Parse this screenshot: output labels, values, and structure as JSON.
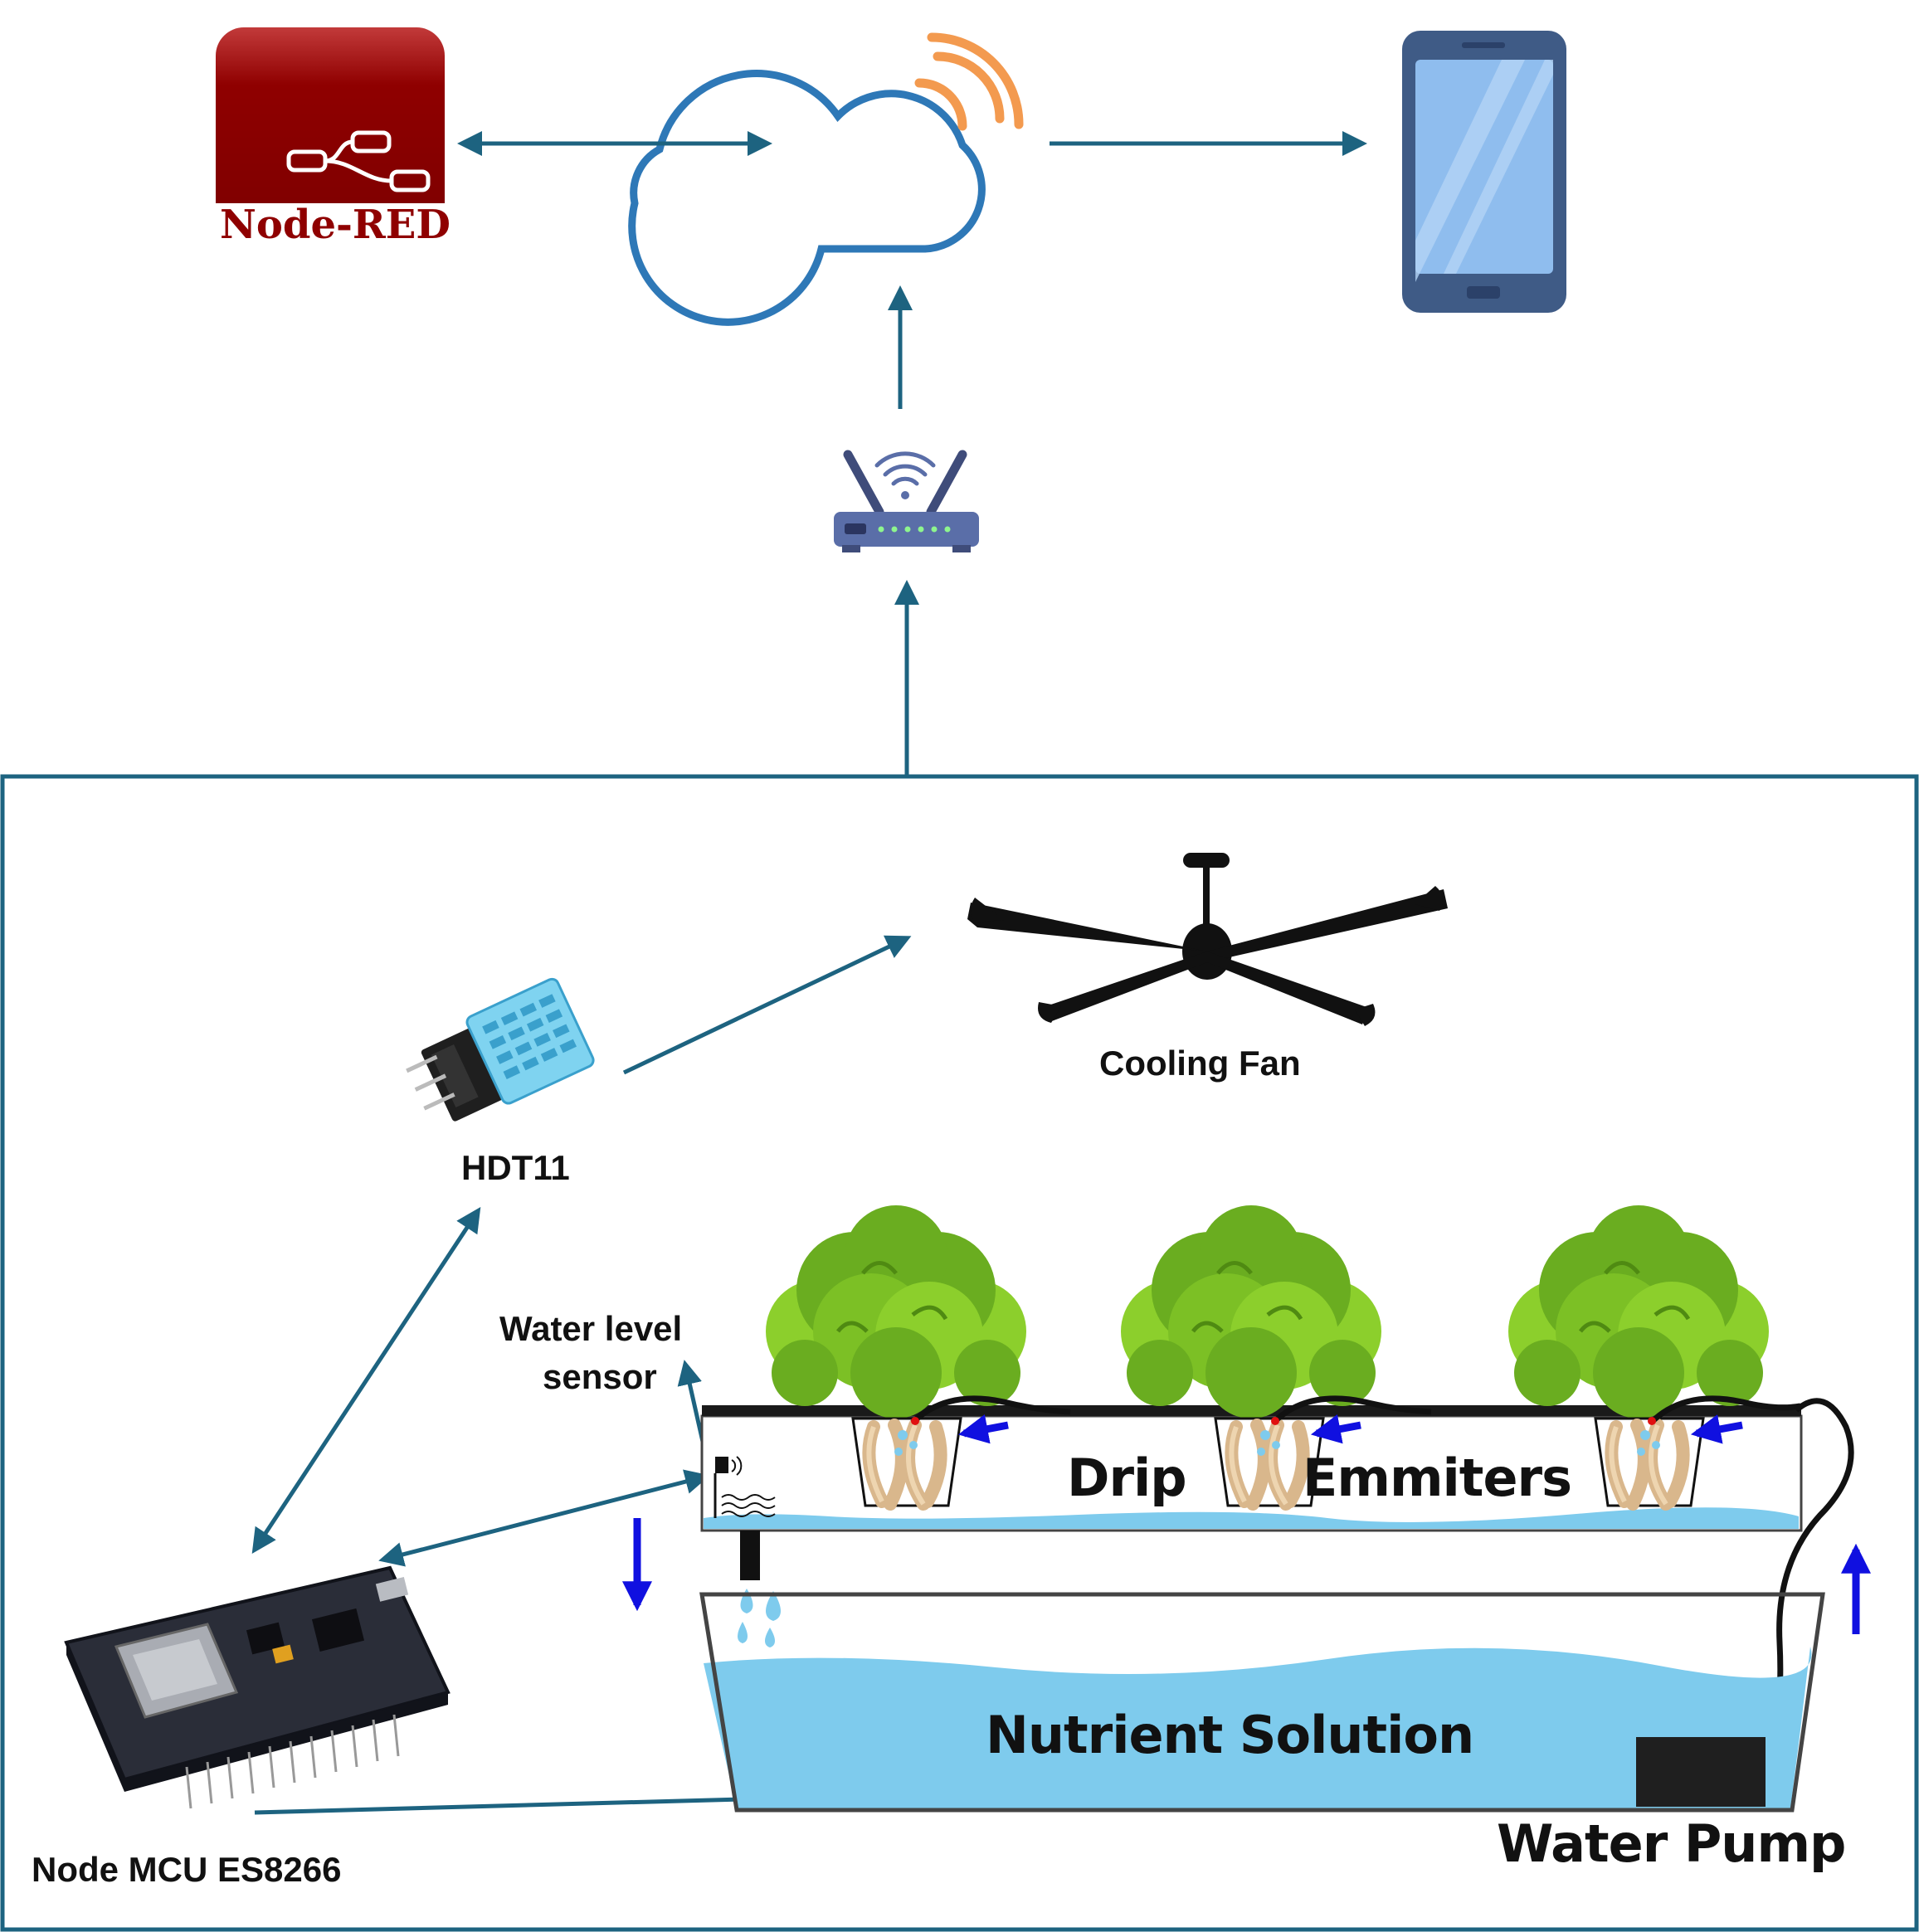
{
  "labels": {
    "node_red": "Node-RED",
    "cooling_fan": "Cooling Fan",
    "sensor": "HDT11",
    "water_level_line1": "Water level",
    "water_level_line2": "sensor",
    "mcu": "Node MCU ES8266",
    "drip": "Drip",
    "emitters": "Emmiters",
    "nutrient": "Nutrient Solution",
    "pump": "Water Pump"
  },
  "colors": {
    "connector": "#1d6380",
    "flow_arrow": "#1010e0",
    "node_red": "#8f0000",
    "cloud": "#2e78b7",
    "signal": "#f39a4f",
    "phone": "#3f5b86",
    "phone_screen": "#8fbdee",
    "water": "#7ecbed",
    "leaf": "#6aad20",
    "leaf_light": "#8ccf2c"
  },
  "icons": [
    "node-red-icon",
    "cloud-wifi-icon",
    "smartphone-icon",
    "router-icon",
    "ceiling-fan-icon",
    "dht11-sensor-icon",
    "nodemcu-board-icon",
    "lettuce-plant-icon",
    "water-pump-icon"
  ]
}
